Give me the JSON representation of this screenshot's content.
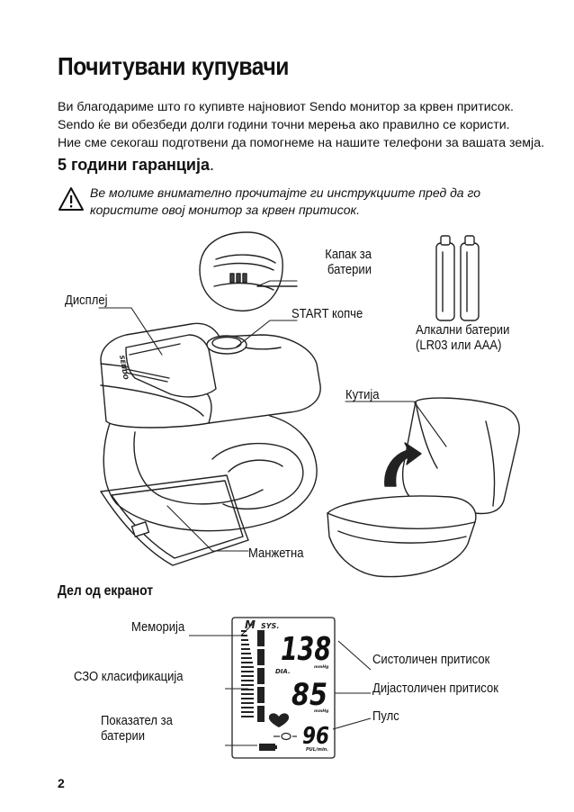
{
  "title": "Почитувани купувачи",
  "intro_lines": [
    "Ви благодариме што го купивте најновиот Sendo монитор за крвен притисок.",
    "Sendo ќе ви обезбеди долги години точни мерења ако правилно се користи.",
    "Ние сме секогаш подготвени да помогнеме на нашите телефони за вашата земја."
  ],
  "warranty": {
    "text": "5 години гаранција",
    "dot": "."
  },
  "warning": {
    "icon": "warning-triangle-icon",
    "lines": [
      "Ве молиме внимателно прочитајте ги инструкциите пред да го",
      "користите овој монитор за крвен притисок."
    ]
  },
  "device_labels": {
    "battery_cover": [
      "Капак за",
      "батерии"
    ],
    "display": "Дисплеј",
    "start_button": "START копче",
    "batteries": [
      "Алкални батерии",
      "(LR03 или AAA)"
    ],
    "case": "Кутија",
    "cuff": "Манжетна",
    "device_brand": "SENDO"
  },
  "screen_section": {
    "heading": "Дел од екранот",
    "labels": {
      "memory": "Меморија",
      "classification": "СЗО класификација",
      "battery_indicator": [
        "Показател за",
        "батерии"
      ],
      "systolic": "Систоличен притисок",
      "diastolic": "Дијастоличен притисок",
      "pulse": "Пулс"
    },
    "lcd": {
      "memory_mark": "M",
      "sys_label": "SYS.",
      "systolic_value": "138",
      "unit1": "mmHg",
      "dia_label": "DIA.",
      "diastolic_value": "85",
      "unit2": "mmHg",
      "pulse_value": "96",
      "pul_label": "PUL/min."
    }
  },
  "page_number": "2"
}
